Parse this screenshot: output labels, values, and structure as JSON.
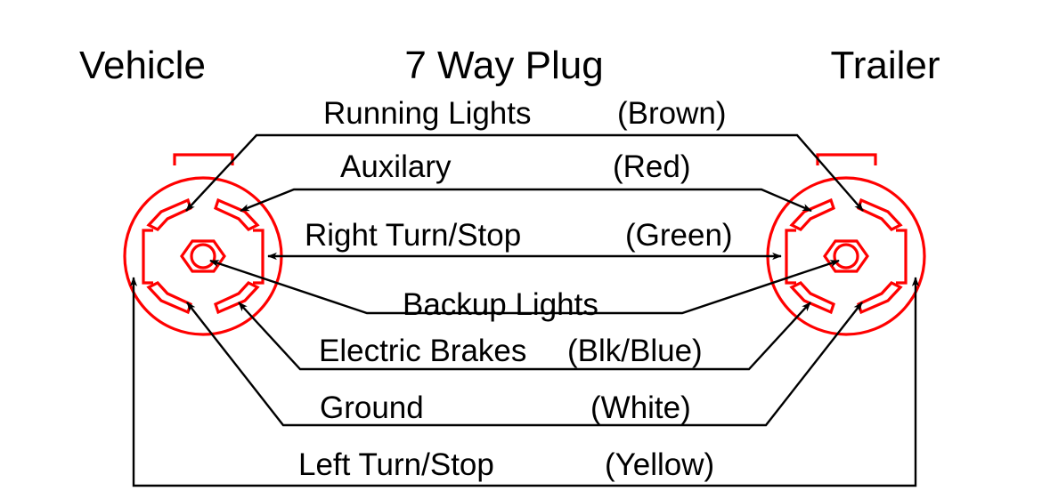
{
  "diagram": {
    "title_left": "Vehicle",
    "title_center": "7 Way Plug",
    "title_right": "Trailer",
    "accent_color": "#ff0000",
    "line_color": "#000000",
    "background": "#ffffff"
  },
  "wires": [
    {
      "id": "running-lights",
      "name": "Running Lights",
      "color": "(Brown)"
    },
    {
      "id": "auxilary",
      "name": "Auxilary",
      "color": "(Red)"
    },
    {
      "id": "right-turn",
      "name": "Right Turn/Stop",
      "color": "(Green)"
    },
    {
      "id": "backup-lights",
      "name": "Backup Lights",
      "color": ""
    },
    {
      "id": "electric-brakes",
      "name": "Electric Brakes",
      "color": "(Blk/Blue)"
    },
    {
      "id": "ground",
      "name": "Ground",
      "color": "(White)"
    },
    {
      "id": "left-turn",
      "name": "Left Turn/Stop",
      "color": "(Yellow)"
    }
  ],
  "connectors": {
    "vehicle": {
      "label": "Vehicle",
      "pin_count": 7
    },
    "trailer": {
      "label": "Trailer",
      "pin_count": 7
    }
  }
}
